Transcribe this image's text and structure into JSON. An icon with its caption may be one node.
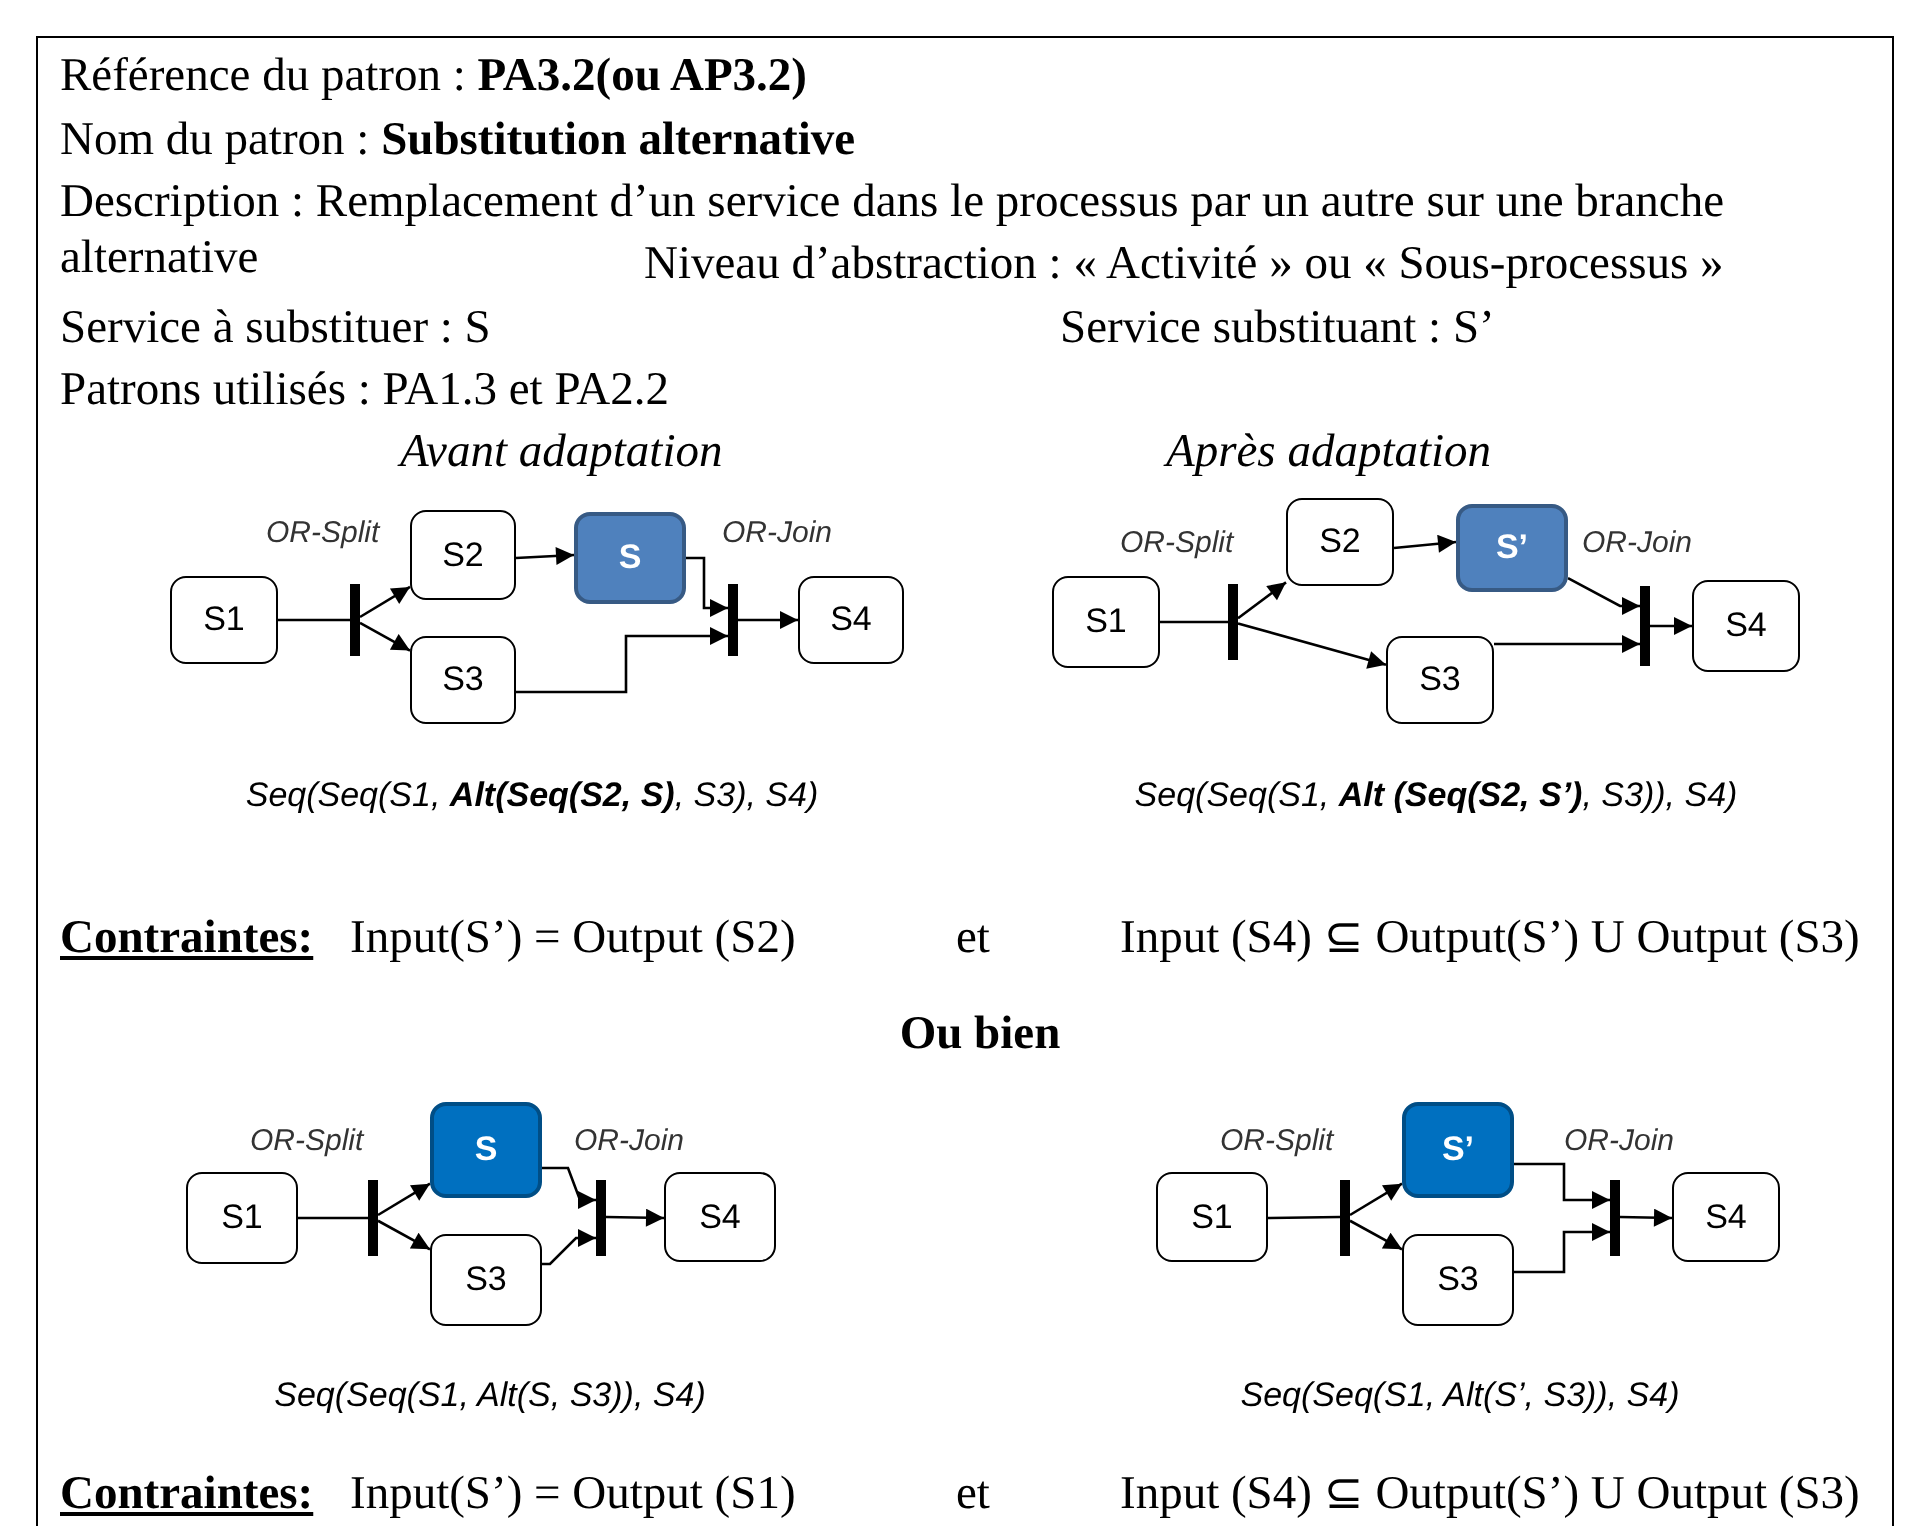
{
  "diagram": {
    "nodes": [
      {
        "text": [
          "S1"
        ]
      },
      {
        "text": [],
        "shape": "bar",
        "beside": [
          "OR-Split"
        ]
      },
      {
        "text": [
          "S2"
        ]
      },
      {
        "text": [
          "S"
        ]
      },
      {
        "text": [
          "S3"
        ]
      },
      {
        "text": [],
        "shape": "bar",
        "beside": [
          "OR-Join"
        ]
      },
      {
        "text": [
          "S4"
        ]
      },
      {
        "text": [
          "S1"
        ]
      },
      {
        "text": [],
        "shape": "bar",
        "beside": [
          "OR-Split"
        ]
      },
      {
        "text": [
          "S2"
        ]
      },
      {
        "text": [
          "S’"
        ]
      },
      {
        "text": [
          "S3"
        ]
      },
      {
        "text": [],
        "shape": "bar",
        "beside": [
          "OR-Join"
        ]
      },
      {
        "text": [
          "S4"
        ]
      },
      {
        "text": [
          "S1"
        ]
      },
      {
        "text": [],
        "shape": "bar",
        "beside": [
          "OR-Split"
        ]
      },
      {
        "text": [
          "S"
        ]
      },
      {
        "text": [
          "S3"
        ]
      },
      {
        "text": [],
        "shape": "bar",
        "beside": [
          "OR-Join"
        ]
      },
      {
        "text": [
          "S4"
        ]
      },
      {
        "text": [
          "S1"
        ]
      },
      {
        "text": [],
        "shape": "bar",
        "beside": [
          "OR-Split"
        ]
      },
      {
        "text": [
          "S’"
        ]
      },
      {
        "text": [
          "S3"
        ]
      },
      {
        "text": [],
        "shape": "bar",
        "beside": [
          "OR-Join"
        ]
      },
      {
        "text": [
          "S4"
        ]
      }
    ],
    "edges": [
      {
        "from": 0,
        "to": 1,
        "arrow": "none"
      },
      {
        "from": 1,
        "to": 2,
        "arrow": "to"
      },
      {
        "from": 1,
        "to": 4,
        "arrow": "to"
      },
      {
        "from": 2,
        "to": 3,
        "arrow": "to"
      },
      {
        "from": 3,
        "to": 5,
        "arrow": "to"
      },
      {
        "from": 4,
        "to": 5,
        "arrow": "to"
      },
      {
        "from": 5,
        "to": 6,
        "arrow": "to"
      },
      {
        "from": 7,
        "to": 8,
        "arrow": "none"
      },
      {
        "from": 8,
        "to": 9,
        "arrow": "to"
      },
      {
        "from": 8,
        "to": 11,
        "arrow": "to"
      },
      {
        "from": 9,
        "to": 10,
        "arrow": "to"
      },
      {
        "from": 10,
        "to": 12,
        "arrow": "to"
      },
      {
        "from": 11,
        "to": 12,
        "arrow": "to"
      },
      {
        "from": 12,
        "to": 13,
        "arrow": "to"
      },
      {
        "from": 14,
        "to": 15,
        "arrow": "none"
      },
      {
        "from": 15,
        "to": 16,
        "arrow": "to"
      },
      {
        "from": 15,
        "to": 17,
        "arrow": "to"
      },
      {
        "from": 16,
        "to": 18,
        "arrow": "to"
      },
      {
        "from": 17,
        "to": 18,
        "arrow": "to"
      },
      {
        "from": 18,
        "to": 19,
        "arrow": "to"
      },
      {
        "from": 20,
        "to": 21,
        "arrow": "none"
      },
      {
        "from": 21,
        "to": 22,
        "arrow": "to"
      },
      {
        "from": 21,
        "to": 23,
        "arrow": "to"
      },
      {
        "from": 22,
        "to": 24,
        "arrow": "to"
      },
      {
        "from": 23,
        "to": 24,
        "arrow": "to"
      },
      {
        "from": 24,
        "to": 25,
        "arrow": "to"
      }
    ],
    "labels": [
      "Référence du patron : **PA3.2(ou AP3.2)**",
      "Nom du patron : **Substitution alternative**",
      "Description : Remplacement  d’un service dans le processus par un autre sur une branche alternative",
      "Niveau d’abstraction : « Activité » ou « Sous-processus »",
      "Service à substituer : S",
      "Service substituant : S’",
      "Patrons utilisés : PA1.3 et  PA2.2",
      "Avant adaptation",
      "Après adaptation",
      "Seq(Seq(S1, **Alt(Seq(S2, S)**, S3), S4)",
      "Seq(Seq(S1, **Alt (Seq(S2, S’)**, S3)), S4)",
      "Contraintes:",
      "Input(S’) = Output (S2)",
      "et",
      "Input (S4) ⊆ Output(S’) U Output (S3)",
      "Ou bien",
      "Seq(Seq(S1, Alt(S, S3)), S4)",
      "Seq(Seq(S1, Alt(S’, S3)), S4)",
      "Contraintes:",
      "Input(S’) = Output (S1)",
      "et",
      "Input (S4) ⊆ Output(S’) U Output (S3)"
    ]
  }
}
